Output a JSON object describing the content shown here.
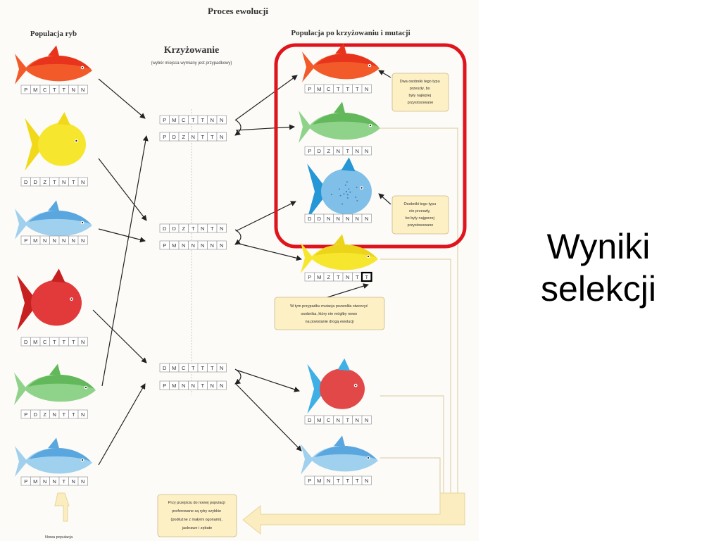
{
  "diagram": {
    "title": "Proces ewolucji",
    "left_header": "Populacja ryb",
    "center_header": "Krzyżowanie",
    "center_subheader": "(wybór miejsca wymiany jest przypadkowy)",
    "right_header": "Populacja po krzyżowaniu i mutacji",
    "population_codes": [
      [
        "P",
        "M",
        "C",
        "T",
        "T",
        "N",
        "N"
      ],
      [
        "D",
        "D",
        "Z",
        "T",
        "N",
        "T",
        "N"
      ],
      [
        "P",
        "M",
        "N",
        "N",
        "N",
        "N",
        "N"
      ],
      [
        "D",
        "M",
        "C",
        "T",
        "T",
        "T",
        "N"
      ],
      [
        "P",
        "D",
        "Z",
        "N",
        "T",
        "T",
        "N"
      ],
      [
        "P",
        "M",
        "N",
        "N",
        "T",
        "N",
        "N"
      ]
    ],
    "crossover_pairs": [
      [
        [
          "P",
          "M",
          "C",
          "T",
          "T",
          "N",
          "N"
        ],
        [
          "P",
          "D",
          "Z",
          "N",
          "T",
          "T",
          "N"
        ]
      ],
      [
        [
          "D",
          "D",
          "Z",
          "T",
          "N",
          "T",
          "N"
        ],
        [
          "P",
          "M",
          "N",
          "N",
          "N",
          "N",
          "N"
        ]
      ],
      [
        [
          "D",
          "M",
          "C",
          "T",
          "T",
          "T",
          "N"
        ],
        [
          "P",
          "M",
          "N",
          "N",
          "T",
          "N",
          "N"
        ]
      ]
    ],
    "result_codes": [
      [
        "P",
        "M",
        "C",
        "T",
        "T",
        "T",
        "N"
      ],
      [
        "P",
        "D",
        "Z",
        "N",
        "T",
        "N",
        "N"
      ],
      [
        "D",
        "D",
        "N",
        "N",
        "N",
        "N",
        "N"
      ],
      [
        "P",
        "M",
        "Z",
        "T",
        "N",
        "T",
        "T"
      ],
      [
        "D",
        "M",
        "C",
        "N",
        "T",
        "N",
        "N"
      ],
      [
        "P",
        "M",
        "N",
        "T",
        "T",
        "T",
        "N"
      ]
    ],
    "note_best": [
      "Dwa osobniki tego typu",
      "przeszły, bo",
      "były najlepiej",
      "przystosowane"
    ],
    "note_rejected": [
      "Osobniki tego typu",
      "nie przeszły,",
      "bo były najgorzej",
      "przystosowane"
    ],
    "note_mutation": [
      "W tym przypadku mutacja pozwoliła stworzyć",
      "osobnika, który nie mógłby nowo",
      "na powstanie drogą ewolucji"
    ],
    "note_bottom": [
      "Przy przejściu do nowej populacji",
      "preferowane są ryby szybkie",
      "(podłużne z małymi ogonami),",
      "jaskrawe i zębate"
    ],
    "new_population_label": "Nowa populacja"
  },
  "slide": {
    "title_line1": "Wyniki",
    "title_line2": "selekcji"
  },
  "colors": {
    "highlight": "#e0141c",
    "note_fill": "#fdf0c4",
    "arrow_fill": "#fbedc0"
  }
}
